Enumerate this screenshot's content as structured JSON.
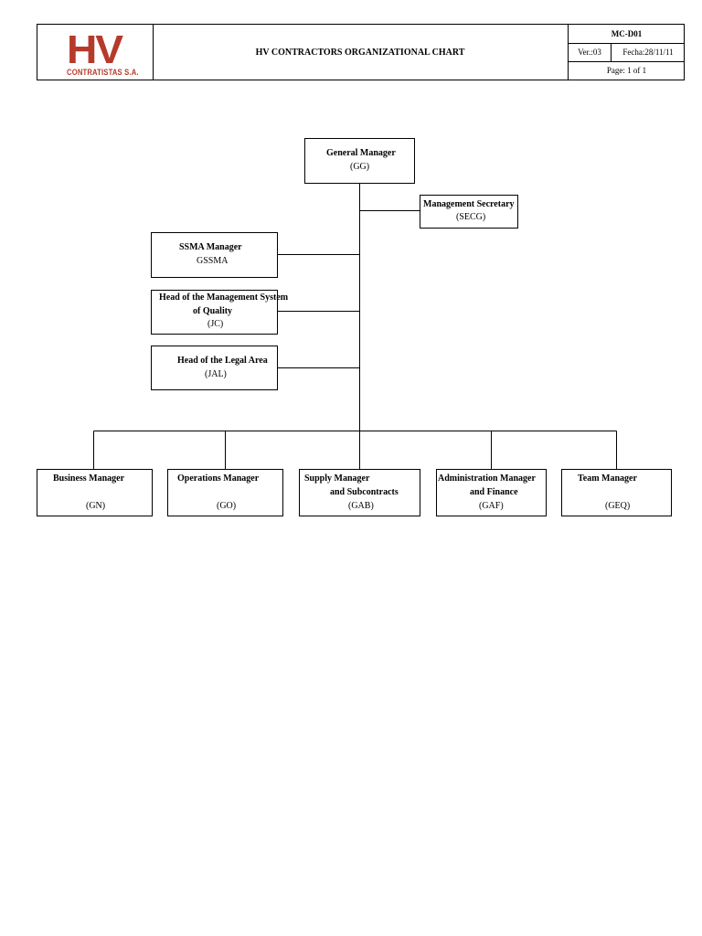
{
  "header": {
    "logo_mark": "HV",
    "logo_sub": "CONTRATISTAS S.A.",
    "title": "HV CONTRACTORS ORGANIZATIONAL CHART",
    "code": "MC-D01",
    "version": "Ver.:03",
    "date": "Fecha:28/11/11",
    "page": "Page:  1  of  1"
  },
  "org": {
    "gm": {
      "title": "General Manager",
      "code": "(GG)"
    },
    "secg": {
      "title": "Management Secretary",
      "code": "(SECG)"
    },
    "ssma": {
      "title": "SSMA Manager",
      "code": "GSSMA"
    },
    "jc": {
      "title1": "Head of the Management System",
      "title2": "of Quality",
      "code": "(JC)"
    },
    "jal": {
      "title": "Head of the Legal Area",
      "code": "(JAL)"
    },
    "gn": {
      "title": "Business Manager",
      "code": "(GN)"
    },
    "go": {
      "title": "Operations Manager",
      "code": "(GO)"
    },
    "gab": {
      "title1": "Supply Manager",
      "title2": "and Subcontracts",
      "code": "(GAB)"
    },
    "gaf": {
      "title1": "Administration Manager",
      "title2": "and Finance",
      "code": "(GAF)"
    },
    "geq": {
      "title": "Team Manager",
      "code": "(GEQ)"
    }
  }
}
